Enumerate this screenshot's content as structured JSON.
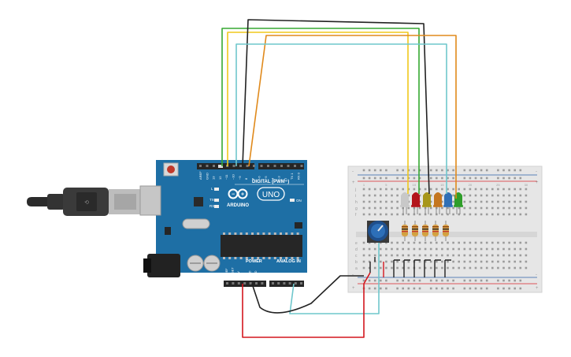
{
  "board": {
    "brand": "ARDUINO",
    "model": "UNO",
    "digital_header": "DIGITAL (PWM~)",
    "power_header": "POWER",
    "analog_header": "ANALOG IN",
    "on_label": "ON",
    "led_l": "L",
    "led_tx": "TX",
    "led_rx": "RX",
    "digital_pins": [
      "AREF",
      "GND",
      "13",
      "12",
      "~11",
      "~10",
      "~9",
      "8",
      "7",
      "~6",
      "~5",
      "4",
      "~3",
      "2",
      "TX 1",
      "RX 0"
    ],
    "power_pins": [
      "IOREF",
      "RESET",
      "3.3V",
      "5V",
      "GND",
      "GND",
      "VIN"
    ],
    "analog_pins": [
      "A0",
      "A1",
      "A2",
      "A3",
      "A4",
      "A5"
    ]
  },
  "breadboard": {
    "row_letters_top": [
      "j",
      "i",
      "h",
      "g",
      "f"
    ],
    "row_letters_bottom": [
      "e",
      "d",
      "c",
      "b",
      "a"
    ],
    "plus": "+",
    "minus": "-",
    "column_numbers": [
      "1",
      "5",
      "10",
      "15",
      "20",
      "25",
      "30"
    ]
  },
  "components": {
    "leds": [
      {
        "name": "led-white",
        "color": "#c8c8c8"
      },
      {
        "name": "led-red",
        "color": "#b3141b"
      },
      {
        "name": "led-yellow",
        "color": "#a7961a"
      },
      {
        "name": "led-orange",
        "color": "#c4761f"
      },
      {
        "name": "led-blue",
        "color": "#2f6fb5"
      },
      {
        "name": "led-green",
        "color": "#2f9e2a"
      }
    ],
    "wire_colors": {
      "green": "#36a832",
      "yellow": "#f0c81c",
      "black": "#222222",
      "orange": "#e08a1c",
      "cyan": "#6fc7cc",
      "red": "#d4171e"
    }
  }
}
